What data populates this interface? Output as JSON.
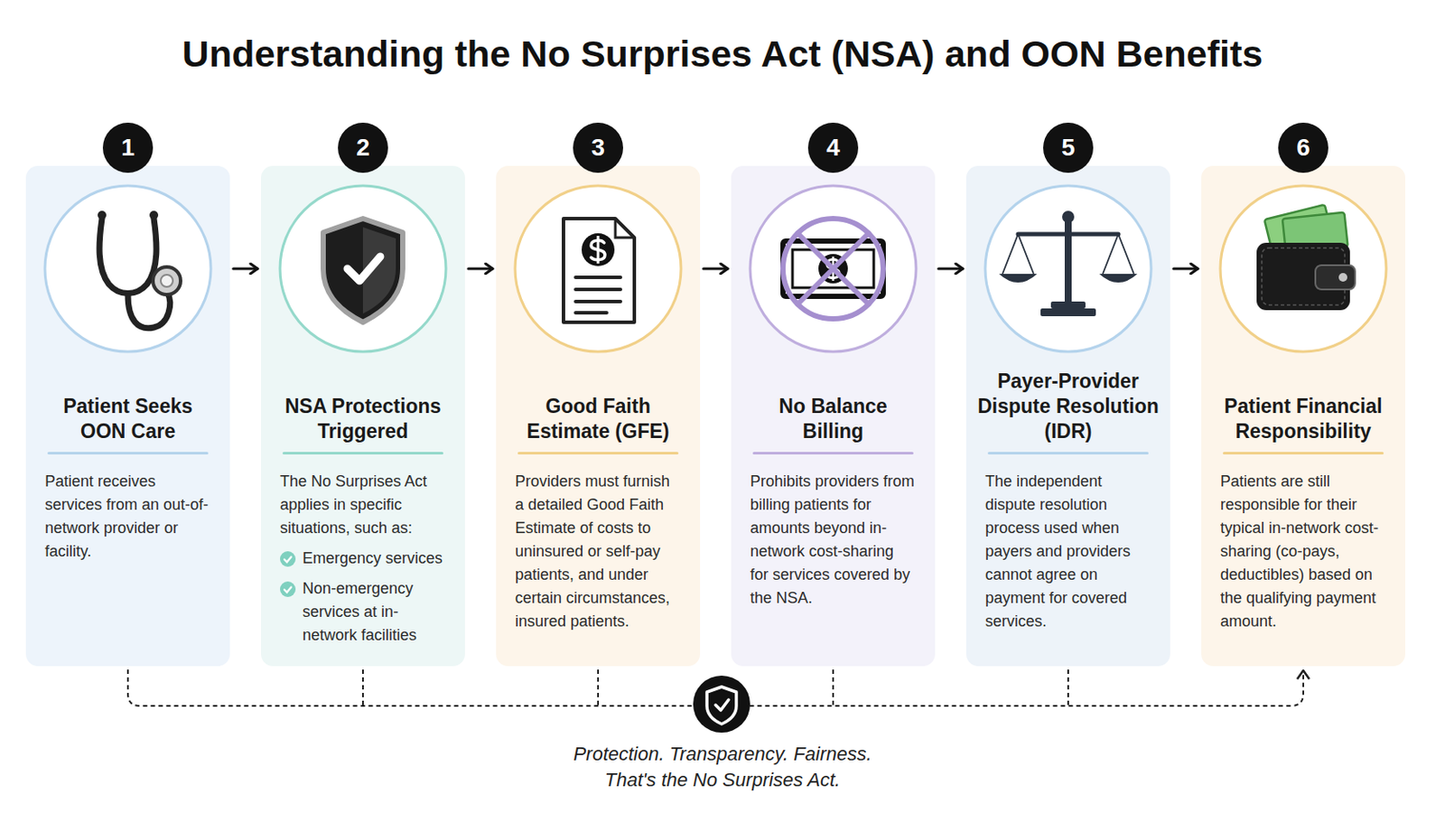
{
  "diagram": {
    "title": "Understanding the No Surprises Act (NSA) and OON Benefits",
    "caption": "Protection. Transparency. Fairness. That's the No Surprises Act.",
    "nodes": [
      {
        "text": [
          "1",
          "Patient Seeks OON Care",
          "Patient receives services from an out-of-network provider or facility."
        ]
      },
      {
        "text": [
          "2",
          "NSA Protections Triggered",
          "The No Surprises Act applies in specific situations, such as:",
          "Emergency services",
          "Non-emergency services at in-network facilities"
        ]
      },
      {
        "text": [
          "3",
          "Good Faith Estimate (GFE)",
          "Providers must furnish a detailed Good Faith Estimate of costs to uninsured or self-pay patients, and under certain circumstances, insured patients."
        ]
      },
      {
        "text": [
          "4",
          "No Balance Billing",
          "Prohibits providers from billing patients for amounts beyond in-network cost-sharing for services covered by the NSA."
        ]
      },
      {
        "text": [
          "5",
          "Payer-Provider Dispute Resolution (IDR)",
          "The independent dispute resolution process used when payers and providers cannot agree on payment for covered services."
        ]
      },
      {
        "text": [
          "6",
          "Patient Financial Responsibility",
          "Patients are still responsible for their typical in-network cost-sharing (co-pays, deductibles) based on the qualifying payment amount."
        ]
      }
    ],
    "edges": [
      {
        "from": 0,
        "to": 1,
        "arrow": "to"
      },
      {
        "from": 1,
        "to": 2,
        "arrow": "to"
      },
      {
        "from": 2,
        "to": 3,
        "arrow": "to"
      },
      {
        "from": 3,
        "to": 4,
        "arrow": "to"
      },
      {
        "from": 4,
        "to": 5,
        "arrow": "to"
      }
    ]
  }
}
